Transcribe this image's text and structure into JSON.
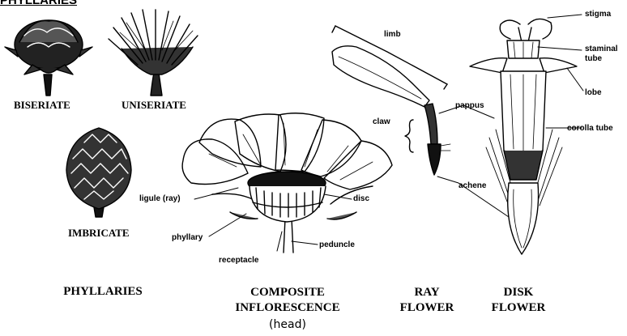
{
  "header": {
    "title": "PHYLLARIES"
  },
  "phyllary_types": {
    "biseriate": "BISERIATE",
    "uniseriate": "UNISERIATE",
    "imbricate": "IMBRICATE"
  },
  "labels": {
    "ligule": "ligule (ray)",
    "disc": "disc",
    "phyllary": "phyllary",
    "peduncle": "peduncle",
    "receptacle": "receptacle",
    "limb": "limb",
    "claw": "claw",
    "pappus": "pappus",
    "achene": "achene",
    "stigma": "stigma",
    "staminal_tube_1": "staminal",
    "staminal_tube_2": "tube",
    "lobe": "lobe",
    "corolla_tube": "corolla tube"
  },
  "captions": {
    "phyllaries": "PHYLLARIES",
    "composite_1": "COMPOSITE",
    "composite_2": "INFLORESCENCE",
    "composite_3": "(head)",
    "ray_1": "RAY",
    "ray_2": "FLOWER",
    "disk_1": "DISK",
    "disk_2": "FLOWER"
  }
}
